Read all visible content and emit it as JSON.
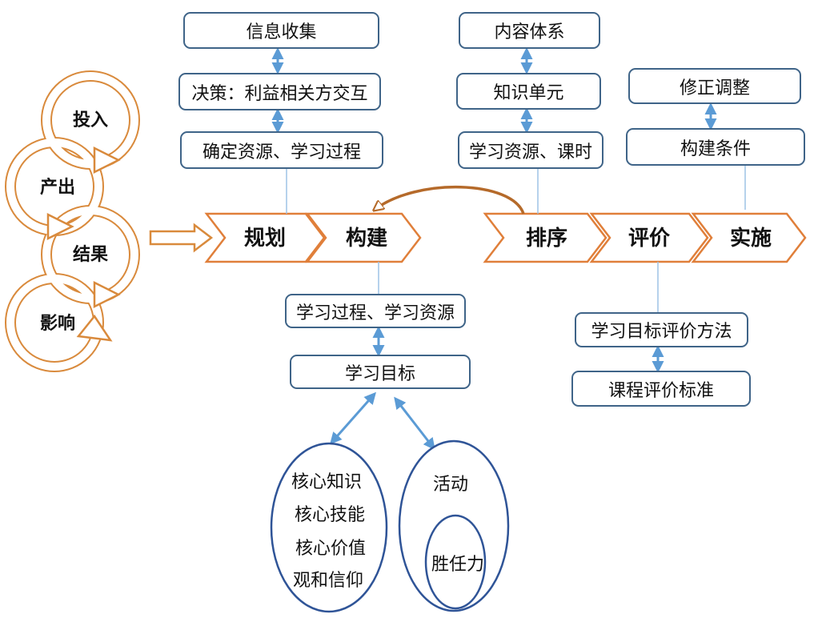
{
  "cycle": [
    "投入",
    "产出",
    "结果",
    "影响"
  ],
  "stages": [
    "规划",
    "构建",
    "排序",
    "评价",
    "实施"
  ],
  "planning_boxes": [
    "信息收集",
    "决策：利益相关方交互",
    "确定资源、学习过程"
  ],
  "content_boxes": [
    "内容体系",
    "知识单元",
    "学习资源、课时"
  ],
  "implementation_boxes": [
    "修正调整",
    "构建条件"
  ],
  "build_boxes": [
    "学习过程、学习资源",
    "学习目标"
  ],
  "evaluation_boxes": [
    "学习目标评价方法",
    "课程评价标准"
  ],
  "core_ellipse": [
    "核心知识",
    "核心技能",
    "核心价值",
    "观和信仰"
  ],
  "activity_ellipse": {
    "outer": "活动",
    "inner": "胜任力"
  },
  "colors": {
    "orange": "#d98a3c",
    "box_border": "#3f6488",
    "connector": "#5b9bd5",
    "thin_line": "#9dc3e6"
  }
}
